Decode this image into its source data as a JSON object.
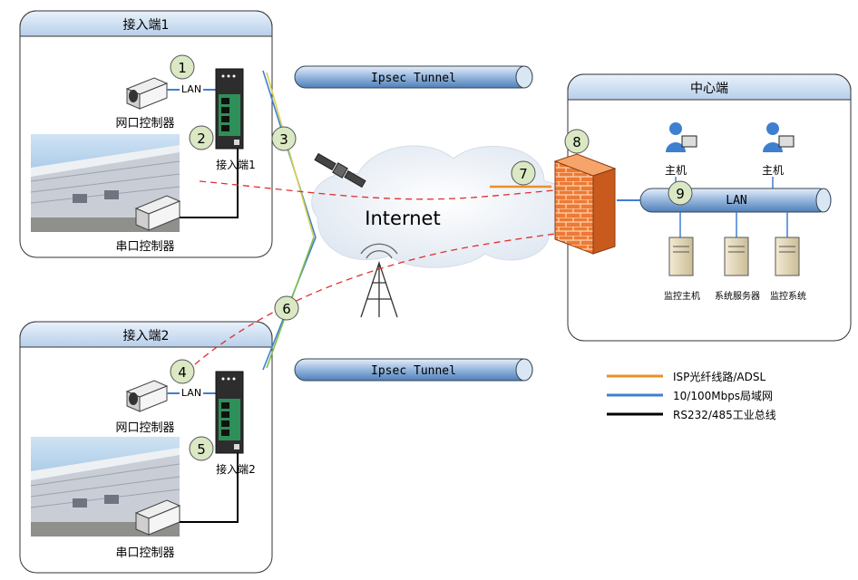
{
  "access1": {
    "title": "接入端1",
    "net_ctrl": "网口控制器",
    "lan": "LAN",
    "device": "接入端1",
    "serial_ctrl": "串口控制器"
  },
  "access2": {
    "title": "接入端2",
    "net_ctrl": "网口控制器",
    "lan": "LAN",
    "device": "接入端2",
    "serial_ctrl": "串口控制器"
  },
  "center": {
    "title": "中心端",
    "host1": "主机",
    "host2": "主机",
    "lan": "LAN",
    "server1": "监控主机",
    "server2": "系统服务器",
    "server3": "监控系统"
  },
  "tunnel_top": "Ipsec Tunnel",
  "tunnel_bottom": "Ipsec Tunnel",
  "internet": "Internet",
  "markers": [
    "1",
    "2",
    "3",
    "4",
    "5",
    "6",
    "7",
    "8",
    "9"
  ],
  "legend": [
    {
      "label": "ISP光纤线路/ADSL",
      "color": "#e8902a"
    },
    {
      "label": "10/100Mbps局域网",
      "color": "#3f7fd0"
    },
    {
      "label": "RS232/485工业总线",
      "color": "#000000"
    }
  ],
  "colors": {
    "panel_header": "#cfe0f4",
    "marker_fill": "#dbe8c4",
    "tunnel": "#8fb1d8",
    "vpn_path": "#e03030",
    "firewall": "#e8742a"
  }
}
